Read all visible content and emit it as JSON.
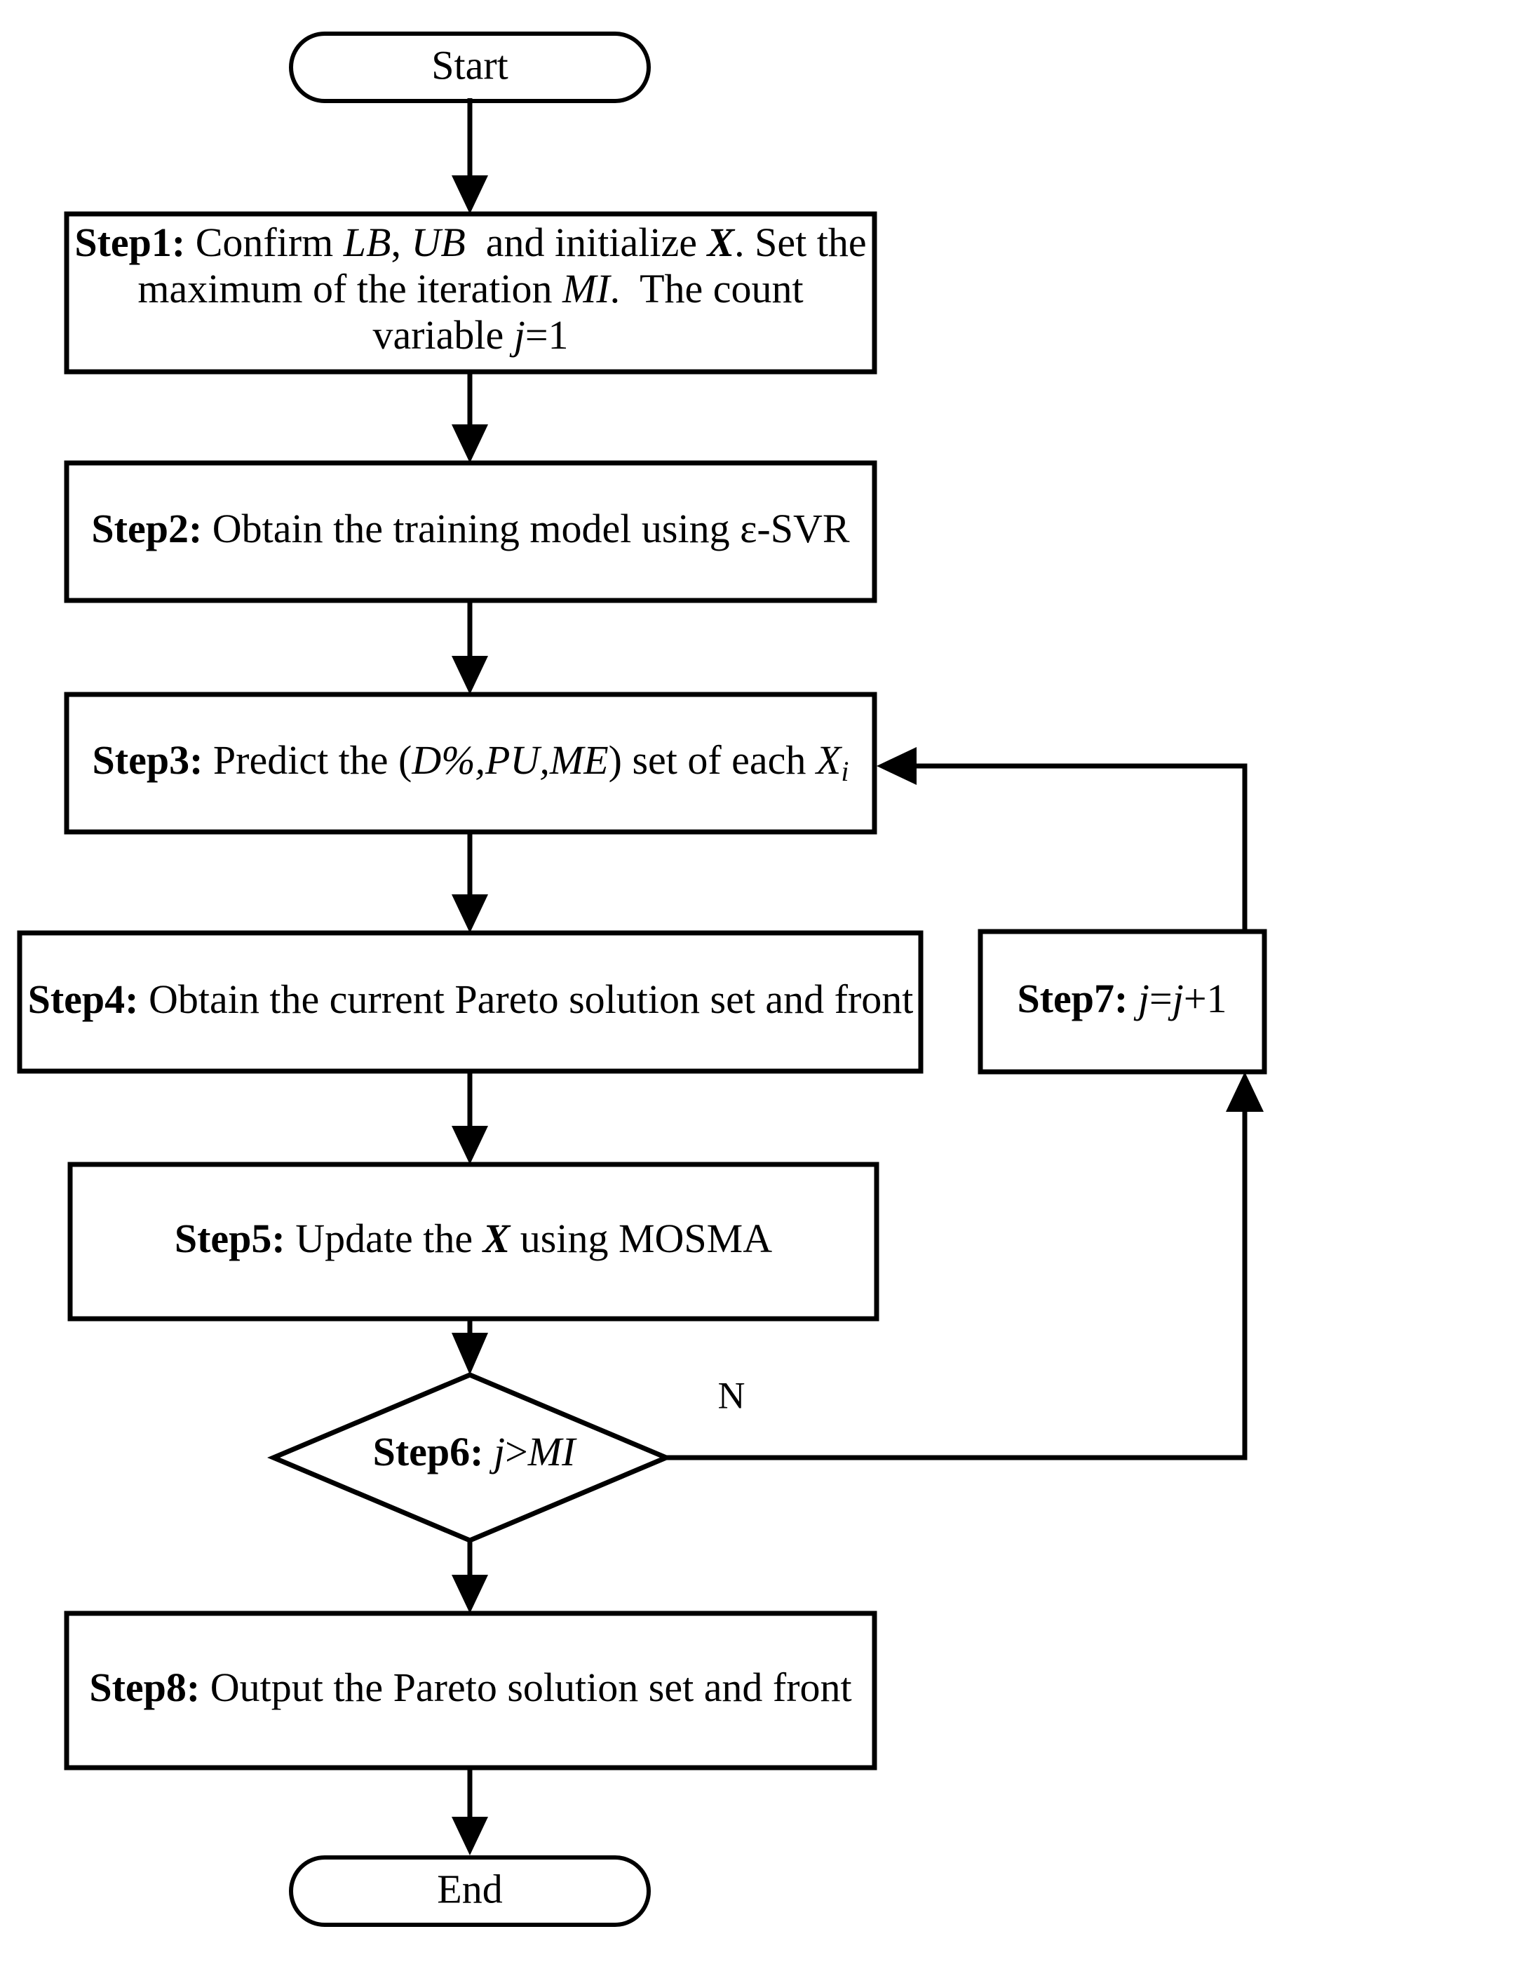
{
  "diagram": {
    "title": "MOSMA-SVR optimization flowchart",
    "colors": {
      "stroke": "#000000",
      "fill": "#ffffff",
      "text": "#000000"
    },
    "nodes": {
      "start": {
        "label": "Start",
        "shape": "terminator"
      },
      "step1": {
        "shape": "process",
        "lines": [
          {
            "segments": [
              {
                "text": "Step1:",
                "style": "bold"
              },
              {
                "text": " Confirm ",
                "style": "normal"
              },
              {
                "text": "LB",
                "style": "italic"
              },
              {
                "text": ", ",
                "style": "normal"
              },
              {
                "text": "UB",
                "style": "italic"
              },
              {
                "text": "  and initialize ",
                "style": "normal"
              },
              {
                "text": "X",
                "style": "bold-italic"
              },
              {
                "text": ". Set the",
                "style": "normal"
              }
            ]
          },
          {
            "segments": [
              {
                "text": "maximum of the iteration ",
                "style": "normal"
              },
              {
                "text": "MI",
                "style": "italic"
              },
              {
                "text": ".  The count",
                "style": "normal"
              }
            ]
          },
          {
            "segments": [
              {
                "text": "variable ",
                "style": "normal"
              },
              {
                "text": "j",
                "style": "italic"
              },
              {
                "text": "=1",
                "style": "normal"
              }
            ]
          }
        ],
        "plain": "Step1: Confirm LB, UB and initialize X. Set the maximum of the iteration MI. The count variable j=1"
      },
      "step2": {
        "shape": "process",
        "lines": [
          {
            "segments": [
              {
                "text": "Step2:",
                "style": "bold"
              },
              {
                "text": " Obtain the training model using ε-SVR",
                "style": "normal"
              }
            ]
          }
        ],
        "plain": "Step2: Obtain the training model using ε-SVR"
      },
      "step3": {
        "shape": "process",
        "lines": [
          {
            "segments": [
              {
                "text": "Step3:",
                "style": "bold"
              },
              {
                "text": " Predict the (",
                "style": "normal"
              },
              {
                "text": "D%,PU,ME",
                "style": "italic"
              },
              {
                "text": ") set of each ",
                "style": "normal"
              },
              {
                "text": "X",
                "style": "italic"
              },
              {
                "text": "i",
                "style": "italic-sub"
              }
            ]
          }
        ],
        "plain": "Step3: Predict the (D%,PU,ME) set of each Xi"
      },
      "step4": {
        "shape": "process",
        "lines": [
          {
            "segments": [
              {
                "text": "Step4:",
                "style": "bold"
              },
              {
                "text": " Obtain the current Pareto solution set and front",
                "style": "normal"
              }
            ]
          }
        ],
        "plain": "Step4: Obtain the current Pareto solution set and front"
      },
      "step5": {
        "shape": "process",
        "lines": [
          {
            "segments": [
              {
                "text": "Step5:",
                "style": "bold"
              },
              {
                "text": " Update the ",
                "style": "normal"
              },
              {
                "text": "X",
                "style": "bold-italic"
              },
              {
                "text": " using MOSMA",
                "style": "normal"
              }
            ]
          }
        ],
        "plain": "Step5: Update the X using MOSMA"
      },
      "step6": {
        "shape": "decision",
        "lines": [
          {
            "segments": [
              {
                "text": "Step6:",
                "style": "bold"
              },
              {
                "text": " ",
                "style": "normal"
              },
              {
                "text": "j",
                "style": "italic"
              },
              {
                "text": ">",
                "style": "normal"
              },
              {
                "text": "MI",
                "style": "italic"
              }
            ]
          }
        ],
        "plain": "Step6: j>MI"
      },
      "step7": {
        "shape": "process",
        "lines": [
          {
            "segments": [
              {
                "text": "Step7:",
                "style": "bold"
              },
              {
                "text": " ",
                "style": "normal"
              },
              {
                "text": "j",
                "style": "italic"
              },
              {
                "text": "=",
                "style": "normal"
              },
              {
                "text": "j",
                "style": "italic"
              },
              {
                "text": "+1",
                "style": "normal"
              }
            ]
          }
        ],
        "plain": "Step7: j=j+1"
      },
      "step8": {
        "shape": "process",
        "lines": [
          {
            "segments": [
              {
                "text": "Step8:",
                "style": "bold"
              },
              {
                "text": " Output the Pareto solution set and front",
                "style": "normal"
              }
            ]
          }
        ],
        "plain": "Step8: Output the Pareto solution set and front"
      },
      "end": {
        "label": "End",
        "shape": "terminator"
      }
    },
    "edges": {
      "branch_no_label": "N"
    }
  }
}
